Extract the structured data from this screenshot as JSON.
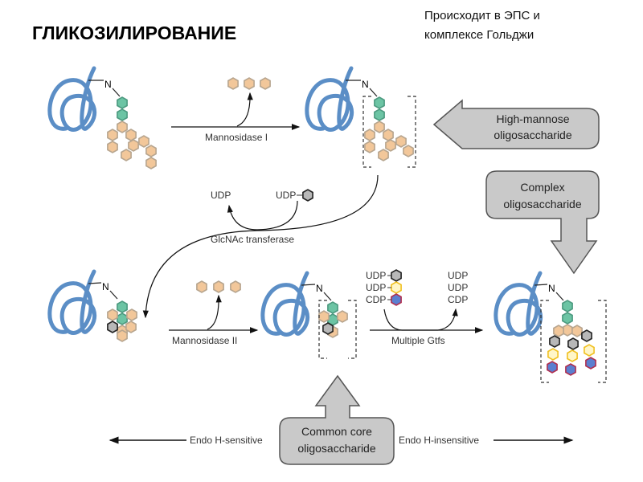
{
  "title": "ГЛИКОЗИЛИРОВАНИЕ",
  "note": [
    "Происходит в ЭПС и",
    "комплексе Гольджи"
  ],
  "diagram": {
    "nitrogen_label": "N",
    "steps": {
      "mannosidase1": "Mannosidase I",
      "glcnac": "GlcNAc transferase",
      "glcnac_donor": "UDP",
      "glcnac_product": "UDP",
      "mannosidase2": "Mannosidase II",
      "gtfs": "Multiple Gtfs",
      "donors": [
        "UDP",
        "UDP",
        "CDP"
      ],
      "products": [
        "UDP",
        "UDP",
        "CDP"
      ]
    },
    "callouts": {
      "high_mannose": [
        "High-mannose",
        "oligosaccharide"
      ],
      "complex": [
        "Complex",
        "oligosaccharide"
      ],
      "common_core": [
        "Common core",
        "oligosaccharide"
      ]
    },
    "endo": {
      "left": "Endo H-sensitive",
      "right": "Endo H-insensitive"
    },
    "colors": {
      "protein": "#5b8ec6",
      "glcnac_core": "#6cc4a4",
      "mannose": "#f2c79a",
      "glcnac_added": "#b8b8b8",
      "galactose": "#fff6c8",
      "sialic_acid": "#5b7fd0",
      "callout": "#c9c9c9"
    }
  }
}
